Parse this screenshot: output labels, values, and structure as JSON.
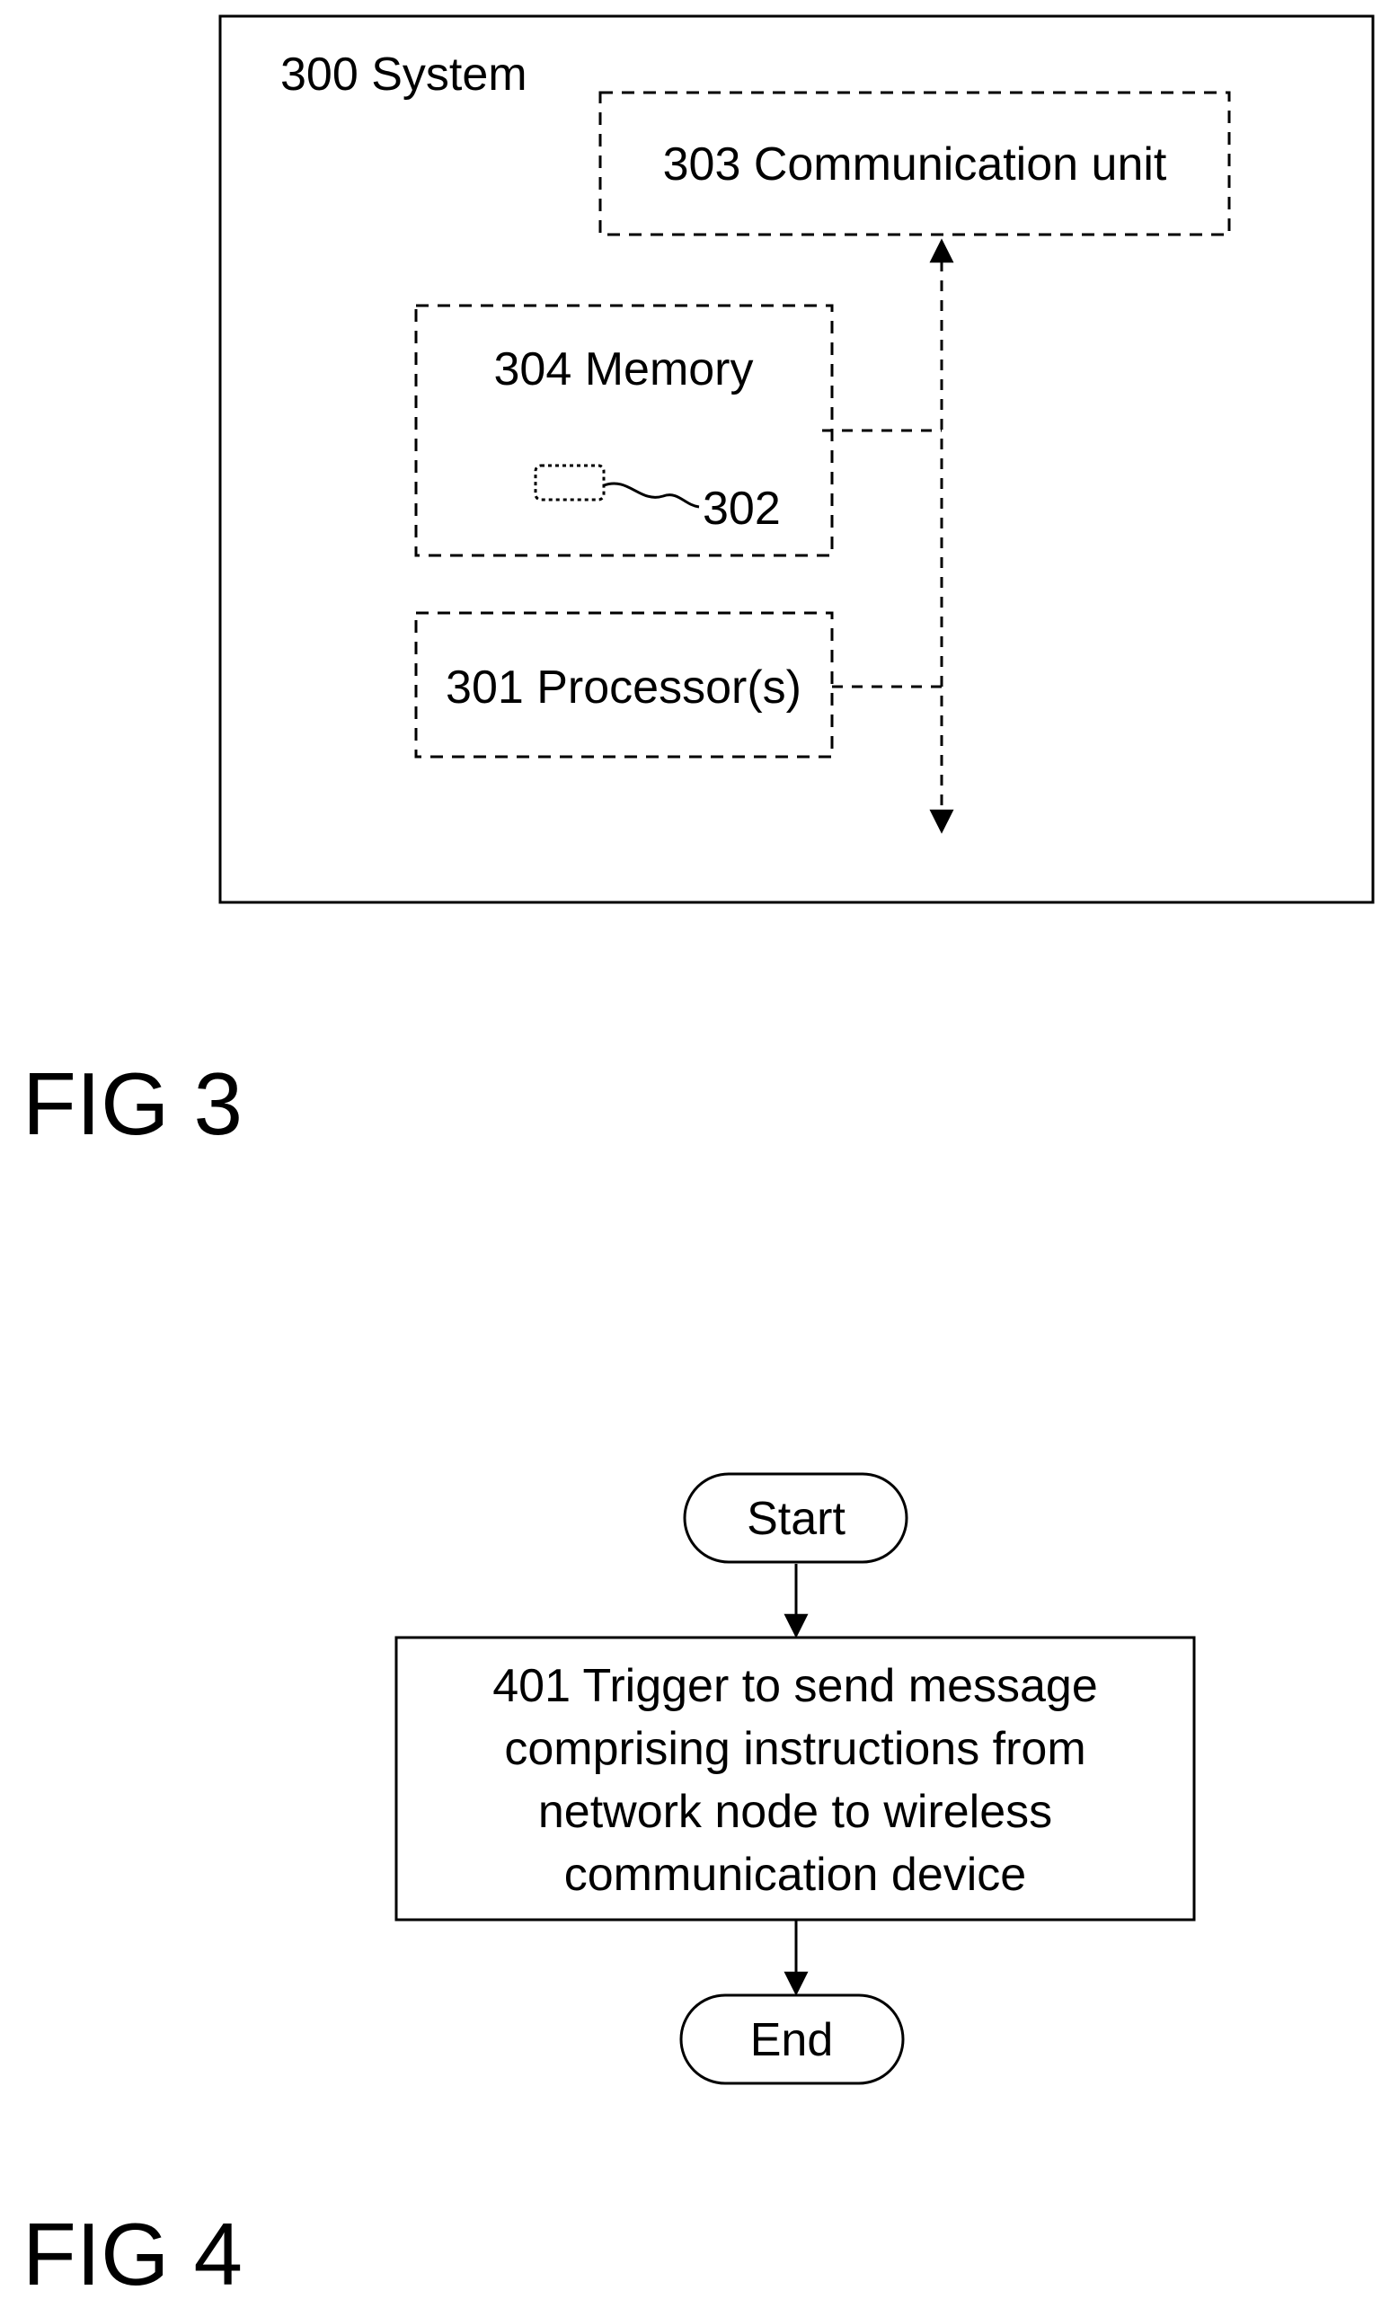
{
  "fig3": {
    "system_label": "300 System",
    "communication_unit_label": "303 Communication unit",
    "memory_label": "304 Memory",
    "memory_item_label": "302",
    "processor_label": "301 Processor(s)",
    "caption": "FIG 3"
  },
  "fig4": {
    "start_label": "Start",
    "step_lines": [
      "401 Trigger to send message",
      "comprising instructions from",
      "network node to wireless",
      "communication device"
    ],
    "end_label": "End",
    "caption": "FIG 4"
  },
  "colors": {
    "stroke": "#000000",
    "background": "#ffffff"
  }
}
